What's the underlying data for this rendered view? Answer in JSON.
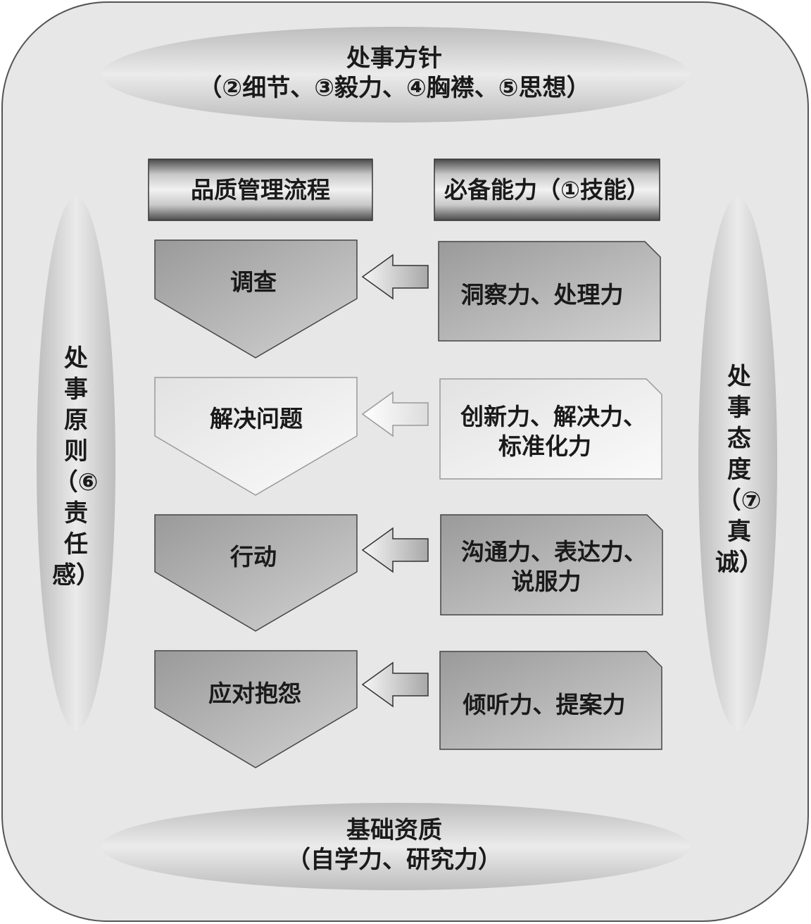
{
  "top": {
    "line1": "处事方针",
    "line2": "（②细节、③毅力、④胸襟、⑤思想）"
  },
  "bottom": {
    "line1": "基础资质",
    "line2": "（自学力、研究力）"
  },
  "left": {
    "chars": [
      "处",
      "事",
      "原",
      "则",
      "（⑥",
      "责",
      "任",
      "感）"
    ]
  },
  "right": {
    "chars": [
      "处",
      "事",
      "态",
      "度",
      "（⑦",
      "真",
      "诚）"
    ]
  },
  "headers": {
    "process": "品质管理流程",
    "ability": "必备能力（①技能）"
  },
  "steps": [
    {
      "process": "调查",
      "ability_lines": [
        "洞察力、处理力"
      ]
    },
    {
      "process": "解决问题",
      "ability_lines": [
        "创新力、解决力、",
        "标准化力"
      ]
    },
    {
      "process": "行动",
      "ability_lines": [
        "沟通力、表达力、",
        "说服力"
      ]
    },
    {
      "process": "应对抱怨",
      "ability_lines": [
        "倾听力、提案力"
      ]
    }
  ]
}
